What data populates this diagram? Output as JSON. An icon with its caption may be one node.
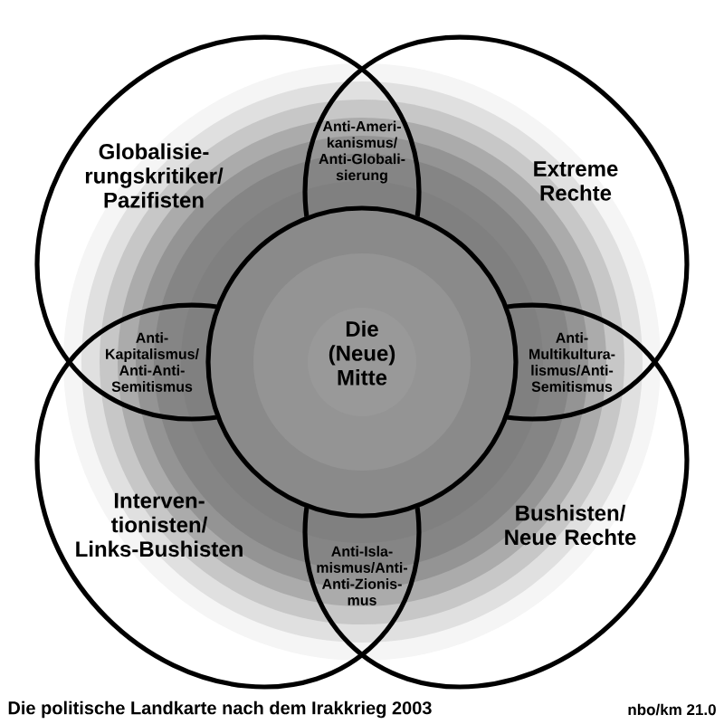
{
  "diagram": {
    "caption": "Die politische Landkarte nach dem Irakkrieg 2003",
    "nodes": [
      {
        "text": [
          "Globalisie- rungskritiker/ Pazifisten"
        ]
      },
      {
        "text": [
          "Anti-Ameri- kanismus/ Anti-Globali- sierung"
        ]
      },
      {
        "text": [
          "Extreme Rechte"
        ]
      },
      {
        "text": [
          "Anti- Kapitalismus/ Anti-Anti- Semitismus"
        ]
      },
      {
        "text": [
          "Die (Neue) Mitte"
        ]
      },
      {
        "text": [
          "Anti- Multikultura- lismus/Anti- Semitismus"
        ]
      },
      {
        "text": [
          "Interven- tionisten/ Links-Bushisten"
        ]
      },
      {
        "text": [
          "Anti-Isla- mismus/Anti- Anti-Zionis- mus"
        ]
      },
      {
        "text": [
          "Bushisten/ Neue Rechte"
        ]
      }
    ],
    "labels": [
      "nbo/km 21.0"
    ]
  }
}
